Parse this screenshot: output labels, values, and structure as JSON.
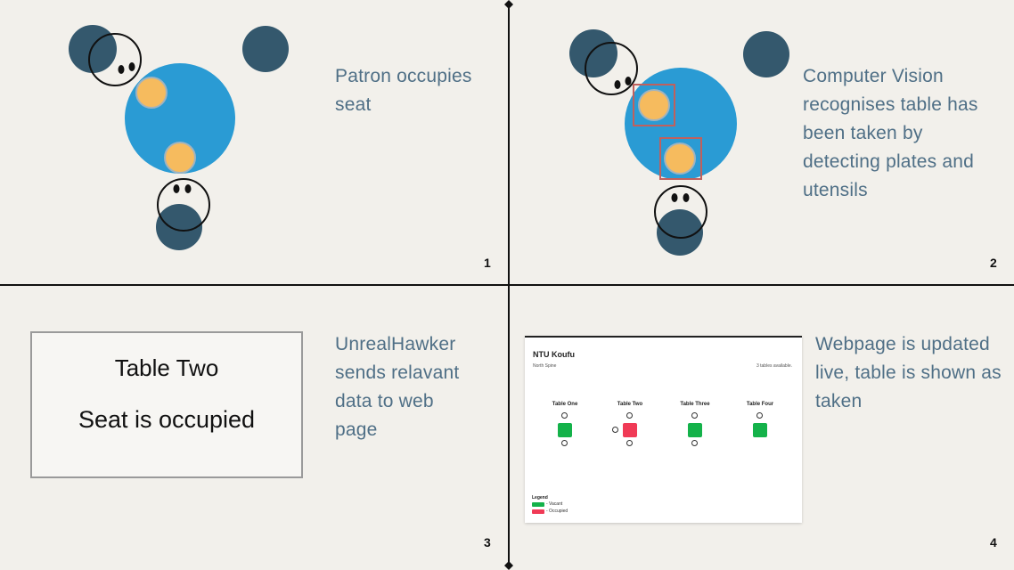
{
  "steps": [
    {
      "number": "1",
      "caption_lines": [
        "Patron occupies",
        "seat"
      ]
    },
    {
      "number": "2",
      "caption_lines": [
        "Computer Vision",
        "recognises table has",
        "been taken by",
        "detecting plates and",
        "utensils"
      ]
    },
    {
      "number": "3",
      "caption_lines": [
        "UnrealHawker",
        "sends relavant",
        "data to web",
        "page"
      ]
    },
    {
      "number": "4",
      "caption_lines": [
        "Webpage is updated",
        "live, table is shown as",
        "taken"
      ]
    }
  ],
  "card": {
    "title": "Table Two",
    "status": "Seat is occupied"
  },
  "webpage": {
    "title": "NTU Koufu",
    "subtitle": "North Spine",
    "count": "3 tables available.",
    "tables": [
      {
        "label": "Table One",
        "state": "vacant"
      },
      {
        "label": "Table Two",
        "state": "occupied"
      },
      {
        "label": "Table Three",
        "state": "vacant"
      },
      {
        "label": "Table Four",
        "state": "vacant"
      }
    ],
    "legend": {
      "title": "Legend",
      "vacant": "- Vacant",
      "occupied": "- Occupied"
    }
  },
  "colors": {
    "background": "#f2f0eb",
    "table": "#2a9bd4",
    "patron": "#34586d",
    "plate": "#f6bb5e",
    "plate_rim": "#9fb3c0",
    "detection_box": "#c0605d",
    "caption": "#4f6f86",
    "vacant": "#14b24a",
    "occupied": "#f03a56",
    "divider": "#111111"
  }
}
